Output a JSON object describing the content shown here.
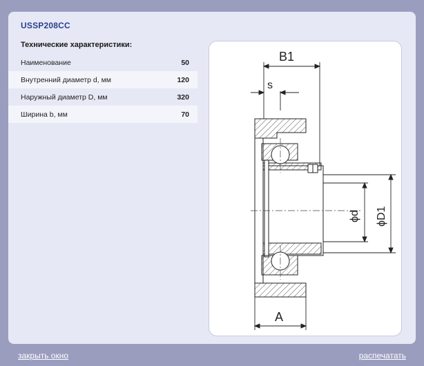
{
  "product": {
    "title": "USSP208CC"
  },
  "specs": {
    "heading": "Технические характеристики:",
    "rows": [
      {
        "label": "Наименование",
        "value": "50"
      },
      {
        "label": "Внутренний диаметр d, мм",
        "value": "120"
      },
      {
        "label": "Наружный диаметр D, мм",
        "value": "320"
      },
      {
        "label": "Ширина b, мм",
        "value": "70"
      }
    ]
  },
  "drawing": {
    "labels": {
      "b1": "B1",
      "s": "s",
      "d": "ϕd",
      "d1": "ϕD1",
      "a": "A"
    }
  },
  "footer": {
    "close_label": "закрыть окно",
    "print_label": "распечатать"
  }
}
